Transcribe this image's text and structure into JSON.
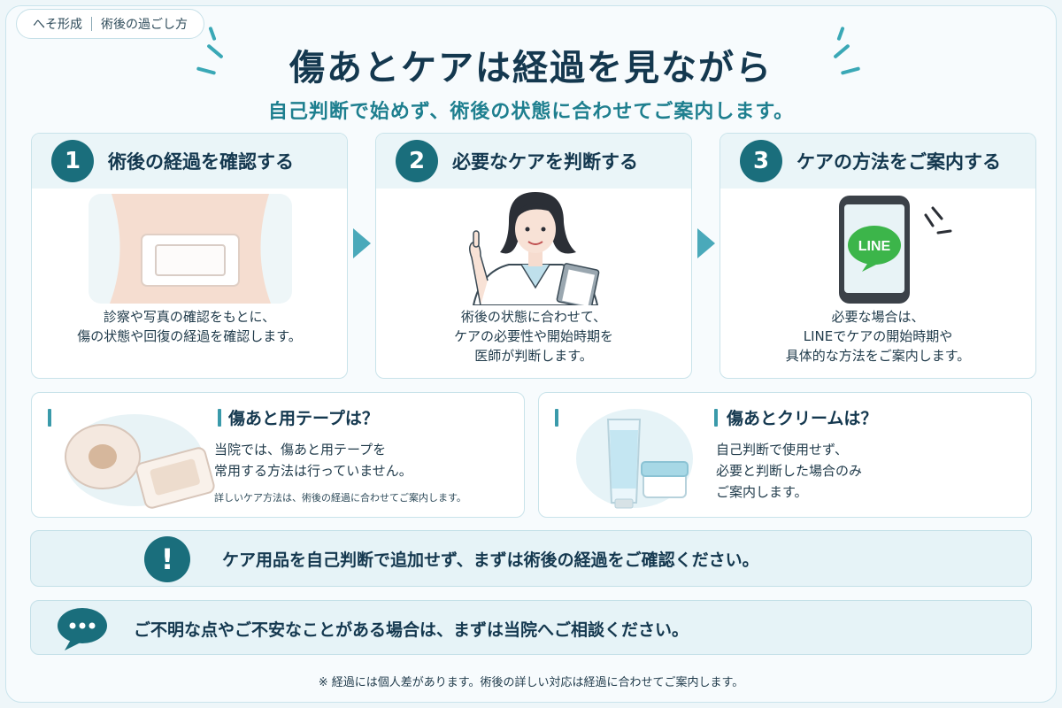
{
  "breadcrumb": {
    "category": "へそ形成",
    "page": "術後の過ごし方"
  },
  "header": {
    "title": "傷あとケアは経過を見ながら",
    "subtitle": "自己判断で始めず、術後の状態に合わせてご案内します。"
  },
  "steps": [
    {
      "number": "1",
      "title": "術後の経過を確認する",
      "lines": [
        "診察や写真の確認をもとに、",
        "傷の状態や回復の経過を確認します。"
      ]
    },
    {
      "number": "2",
      "title": "必要なケアを判断する",
      "lines": [
        "術後の状態に合わせて、",
        "ケアの必要性や開始時期を",
        "医師が判断します。"
      ]
    },
    {
      "number": "3",
      "title": "ケアの方法をご案内する",
      "lines": [
        "必要な場合は、",
        "LINEでケアの開始時期や",
        "具体的な方法をご案内します。"
      ],
      "app_label": "LINE"
    }
  ],
  "tape_info": {
    "title": "傷あと用テープは？",
    "lines": [
      "当院では、傷あと用テープを",
      "常用する方法は行っていません。"
    ],
    "note": "詳しいケア方法は、術後の経過に合わせてご案内します。"
  },
  "cream_info": {
    "title": "傷あとクリームは？",
    "lines": [
      "自己判断で使用せず、",
      "必要と判断した場合のみ",
      "ご案内します。"
    ]
  },
  "alert": {
    "icon": "exclamation-icon",
    "text": "ケア用品を自己判断で追加せず、まずは術後の経過をご確認ください。"
  },
  "consult": {
    "icon": "chat-bubble-icon",
    "text": "ご不明な点やご不安なことがある場合は、まずは当院へご相談ください。"
  },
  "footnote": "※ 経過には個人差があります。術後の詳しい対応は経過に合わせてご案内します。",
  "colors": {
    "accent": "#1a6e7c",
    "heading": "#14384f",
    "subtitle": "#1e7f8f",
    "line_green": "#3cb54a"
  }
}
